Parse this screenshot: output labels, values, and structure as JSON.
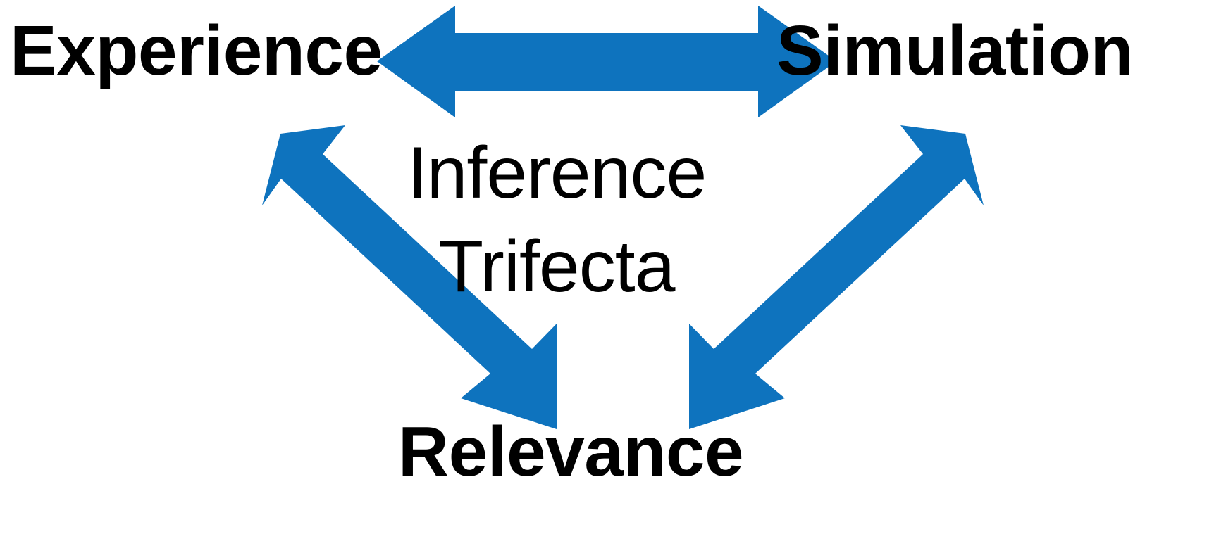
{
  "diagram": {
    "title": "Inference Trifecta",
    "background_color": "#FFFFFF",
    "arrow_color": "#0E73BE",
    "text_color": "#000000",
    "center": {
      "line1": "Inference",
      "line2": "Trifecta"
    },
    "nodes": [
      {
        "id": "experience",
        "label": "Experience",
        "position": "top-left"
      },
      {
        "id": "simulation",
        "label": "Simulation",
        "position": "top-right"
      },
      {
        "id": "relevance",
        "label": "Relevance",
        "position": "bottom-center"
      }
    ],
    "connectors": [
      {
        "id": "experience-simulation",
        "from": "Experience",
        "to": "Simulation",
        "style": "double-headed",
        "orientation": "horizontal"
      },
      {
        "id": "experience-relevance",
        "from": "Experience",
        "to": "Relevance",
        "style": "double-headed",
        "orientation": "diagonal-left"
      },
      {
        "id": "simulation-relevance",
        "from": "Simulation",
        "to": "Relevance",
        "style": "double-headed",
        "orientation": "diagonal-right"
      }
    ]
  },
  "chart_data": {
    "type": "diagram",
    "title": "Inference Trifecta",
    "nodes": [
      "Experience",
      "Simulation",
      "Relevance"
    ],
    "edges": [
      {
        "source": "Experience",
        "target": "Simulation",
        "bidirectional": true
      },
      {
        "source": "Experience",
        "target": "Relevance",
        "bidirectional": true
      },
      {
        "source": "Simulation",
        "target": "Relevance",
        "bidirectional": true
      }
    ],
    "center_annotation": "Inference Trifecta",
    "legend": [],
    "xlabel": "",
    "ylabel": ""
  }
}
